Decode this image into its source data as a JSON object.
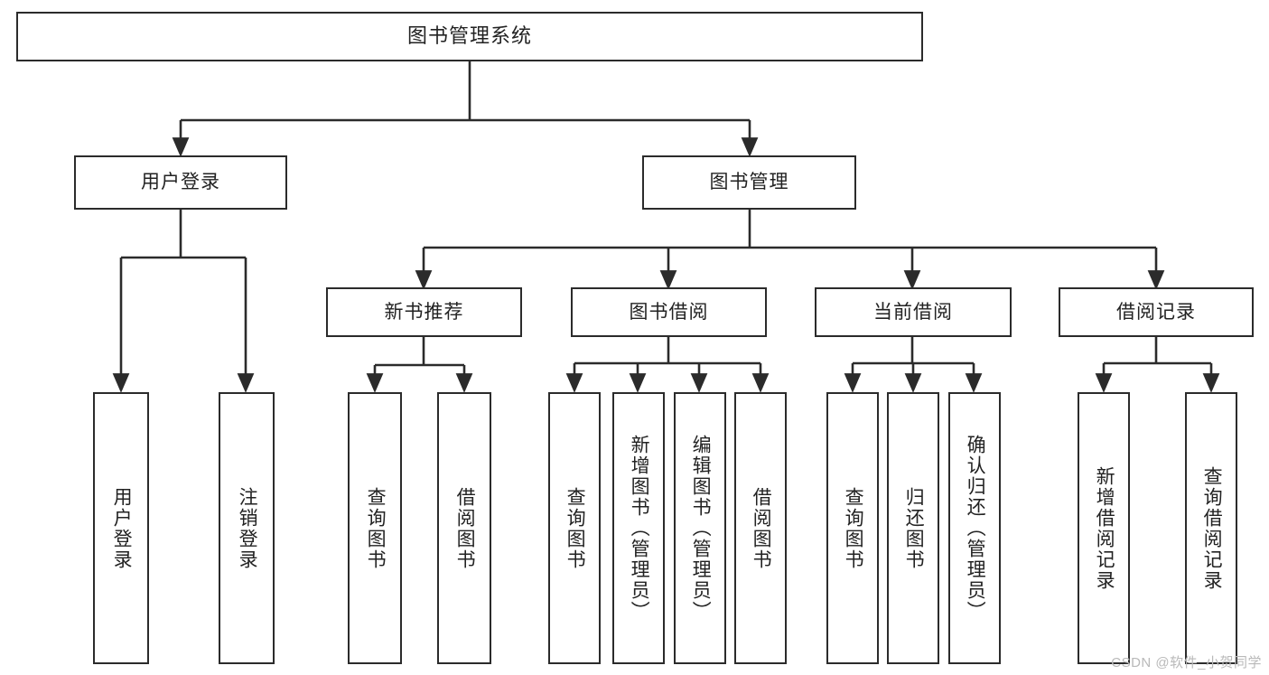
{
  "diagram": {
    "type": "hierarchy-tree",
    "title": "图书管理系统",
    "root": {
      "id": "root",
      "label": "图书管理系统"
    },
    "level2": [
      {
        "id": "user-login",
        "label": "用户登录"
      },
      {
        "id": "book-manage",
        "label": "图书管理"
      }
    ],
    "level3": [
      {
        "id": "new-book-recommend",
        "label": "新书推荐",
        "parent": "book-manage"
      },
      {
        "id": "book-borrow",
        "label": "图书借阅",
        "parent": "book-manage"
      },
      {
        "id": "current-borrow",
        "label": "当前借阅",
        "parent": "book-manage"
      },
      {
        "id": "borrow-record",
        "label": "借阅记录",
        "parent": "book-manage"
      }
    ],
    "leaves": [
      {
        "id": "leaf-user-login",
        "label": "用户登录",
        "parent": "user-login"
      },
      {
        "id": "leaf-user-logout",
        "label": "注销登录",
        "parent": "user-login"
      },
      {
        "id": "leaf-query-book-1",
        "label": "查询图书",
        "parent": "new-book-recommend"
      },
      {
        "id": "leaf-borrow-book-1",
        "label": "借阅图书",
        "parent": "new-book-recommend"
      },
      {
        "id": "leaf-query-book-2",
        "label": "查询图书",
        "parent": "book-borrow"
      },
      {
        "id": "leaf-add-book",
        "label": "新增图书（管理员）",
        "parent": "book-borrow"
      },
      {
        "id": "leaf-edit-book",
        "label": "编辑图书（管理员）",
        "parent": "book-borrow"
      },
      {
        "id": "leaf-borrow-book-2",
        "label": "借阅图书",
        "parent": "book-borrow"
      },
      {
        "id": "leaf-query-book-3",
        "label": "查询图书",
        "parent": "current-borrow"
      },
      {
        "id": "leaf-return-book",
        "label": "归还图书",
        "parent": "current-borrow"
      },
      {
        "id": "leaf-confirm-return",
        "label": "确认归还（管理员）",
        "parent": "current-borrow"
      },
      {
        "id": "leaf-add-record",
        "label": "新增借阅记录",
        "parent": "borrow-record"
      },
      {
        "id": "leaf-query-record",
        "label": "查询借阅记录",
        "parent": "borrow-record"
      }
    ]
  },
  "watermark": {
    "text": "CSDN @软件_小贺同学"
  },
  "colors": {
    "stroke": "#2b2b2b",
    "fill": "#ffffff",
    "text": "#222222",
    "watermark": "#b9b9b9"
  }
}
